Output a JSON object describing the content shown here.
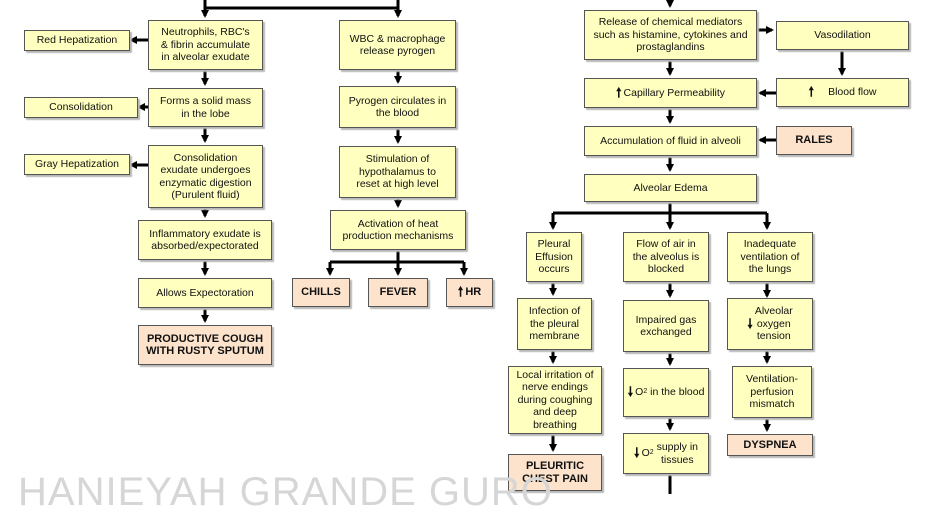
{
  "watermark": "HANIEYAH GRANDE GURO",
  "boxes": {
    "red_hepatization": "Red Hepatization",
    "neutrophils": "Neutrophils, RBC's\n& fibrin accumulate\nin alveolar exudate",
    "consolidation": "Consolidation",
    "solid_mass": "Forms a solid mass\nin the lobe",
    "gray_hepatization": "Gray Hepatization",
    "consolidation_exudate": "Consolidation\nexudate undergoes\nenzymatic digestion\n(Purulent fluid)",
    "inflammatory_exudate": "Inflammatory exudate is\nabsorbed/expectorated",
    "allows_expectoration": "Allows Expectoration",
    "productive_cough": "PRODUCTIVE COUGH\nWITH RUSTY SPUTUM",
    "wbc_macrophage": "WBC & macrophage\nrelease pyrogen",
    "pyrogen": "Pyrogen circulates in\nthe blood",
    "hypothalamus": "Stimulation of\nhypothalamus to\nreset at high level",
    "heat_production": "Activation of heat\nproduction mechanisms",
    "chills": "CHILLS",
    "fever": "FEVER",
    "hr": "HR",
    "chemical_mediators": "Release of chemical mediators\nsuch as histamine, cytokines and\nprostaglandins",
    "vasodilation": "Vasodilation",
    "capillary_permeability": "Capillary Permeability",
    "blood_flow": "Blood flow",
    "fluid_alveoli": "Accumulation of fluid in alveoli",
    "rales": "RALES",
    "alveolar_edema": "Alveolar Edema",
    "pleural_effusion": "Pleural\nEffusion\noccurs",
    "flow_air": "Flow of air in\nthe alveolus is\nblocked",
    "inadequate_ventilation": "Inadequate\nventilation of\nthe lungs",
    "infection_pleural": "Infection of\nthe pleural\nmembrane",
    "impaired_gas": "Impaired gas\nexchanged",
    "alveolar_oxygen": "Alveolar\noxygen\ntension",
    "local_irritation": "Local irritation of\nnerve endings\nduring coughing\nand deep\nbreathing",
    "o2_blood": "in the blood",
    "o2_label": "O",
    "o2_sub": "2",
    "vq_mismatch": "Ventilation-\nperfusion\nmismatch",
    "pleuritic_pain": "PLEURITIC\nCHEST PAIN",
    "o2_supply": "supply in\ntissues",
    "dyspnea": "DYSPNEA"
  }
}
